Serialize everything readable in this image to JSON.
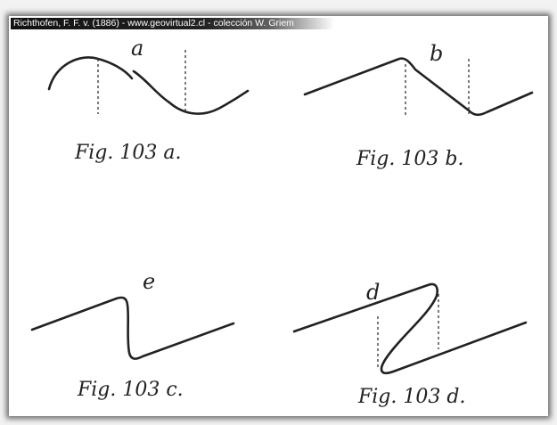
{
  "caption": "Richthofen, F. F. v. (1886) - www.geovirtual2.cl - colección W. Griem",
  "figures": [
    {
      "letter": "a",
      "label": "Fig. 103 a."
    },
    {
      "letter": "b",
      "label": "Fig. 103 b."
    },
    {
      "letter": "e",
      "label": "Fig. 103 c."
    },
    {
      "letter": "d",
      "label": "Fig. 103 d."
    }
  ],
  "colors": {
    "ink": "#222222",
    "caption_bg": "#111111",
    "caption_text": "#ffffff"
  }
}
